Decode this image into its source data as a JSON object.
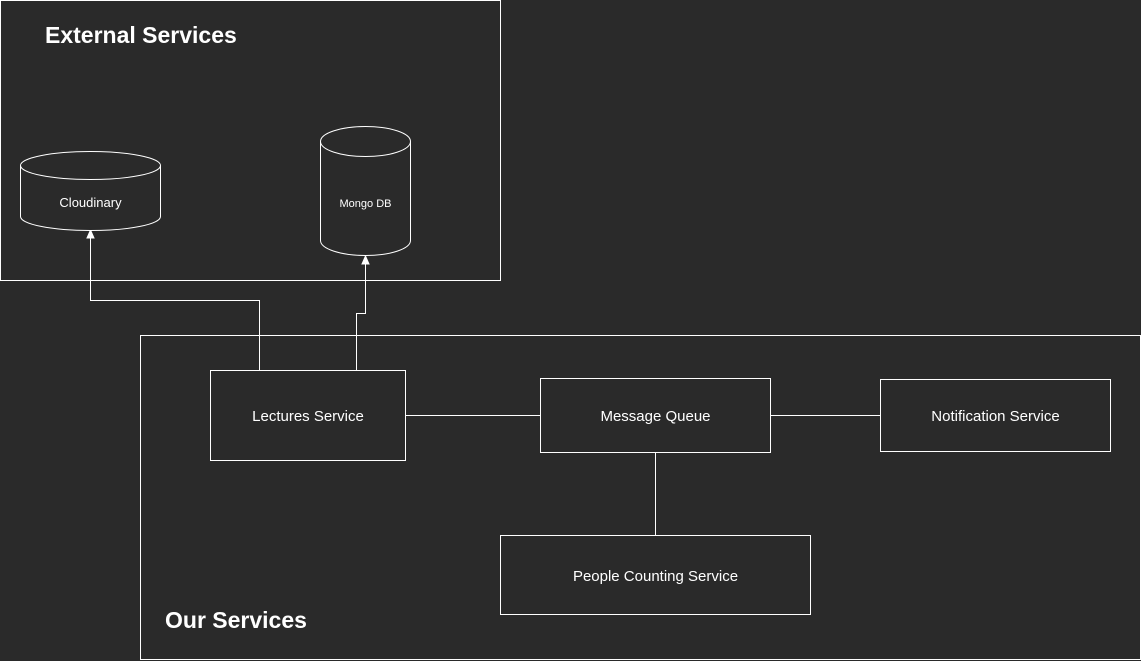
{
  "groups": {
    "external": {
      "title": "External Services"
    },
    "ours": {
      "title": "Our Services"
    }
  },
  "nodes": {
    "cloudinary": {
      "label": "Cloudinary",
      "shape": "database-cylinder"
    },
    "mongodb": {
      "label": "Mongo DB",
      "shape": "database-cylinder"
    },
    "lectures": {
      "label": "Lectures Service",
      "shape": "rectangle"
    },
    "queue": {
      "label": "Message Queue",
      "shape": "rectangle"
    },
    "notification": {
      "label": "Notification Service",
      "shape": "rectangle"
    },
    "counting": {
      "label": "People Counting Service",
      "shape": "rectangle"
    }
  },
  "edges": [
    {
      "from": "lectures",
      "to": "cloudinary",
      "arrow": true
    },
    {
      "from": "lectures",
      "to": "mongodb",
      "arrow": true
    },
    {
      "from": "lectures",
      "to": "queue",
      "arrow": false
    },
    {
      "from": "queue",
      "to": "notification",
      "arrow": false
    },
    {
      "from": "queue",
      "to": "counting",
      "arrow": false
    }
  ],
  "colors": {
    "background": "#2a2a2a",
    "stroke": "#ffffff",
    "text": "#ffffff"
  }
}
